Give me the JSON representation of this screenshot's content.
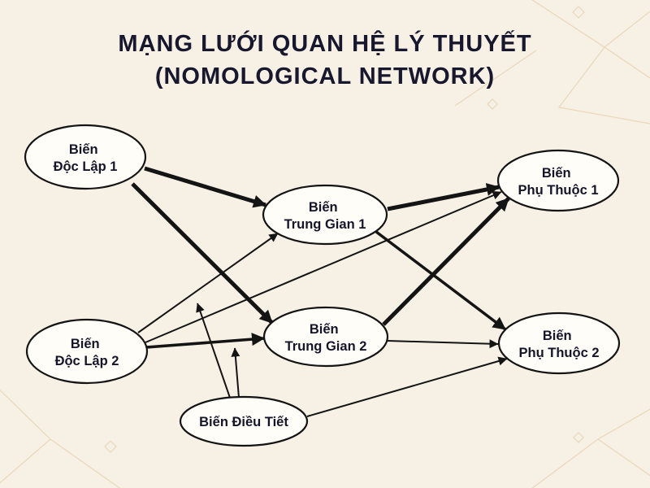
{
  "title": {
    "line1": "MẠNG LƯỚI QUAN HỆ LÝ THUYẾT",
    "line2": "(NOMOLOGICAL NETWORK)"
  },
  "nodes": {
    "doc_lap_1": {
      "line1": "Biến",
      "line2": "Độc Lập 1"
    },
    "doc_lap_2": {
      "line1": "Biến",
      "line2": "Độc Lập 2"
    },
    "trung_gian_1": {
      "line1": "Biến",
      "line2": "Trung Gian 1"
    },
    "trung_gian_2": {
      "line1": "Biến",
      "line2": "Trung Gian 2"
    },
    "phu_thuoc_1": {
      "line1": "Biến",
      "line2": "Phụ Thuộc 1"
    },
    "phu_thuoc_2": {
      "line1": "Biến",
      "line2": "Phụ Thuộc 2"
    },
    "dieu_tiet": {
      "line1": "Biến Điều Tiết"
    }
  },
  "edges": [
    {
      "from": "doc_lap_1",
      "to": "trung_gian_1",
      "strength": "strong",
      "type": "direct"
    },
    {
      "from": "doc_lap_1",
      "to": "trung_gian_2",
      "strength": "strong",
      "type": "direct"
    },
    {
      "from": "doc_lap_2",
      "to": "trung_gian_1",
      "strength": "weak",
      "type": "direct"
    },
    {
      "from": "doc_lap_2",
      "to": "trung_gian_2",
      "strength": "medium",
      "type": "direct"
    },
    {
      "from": "doc_lap_2",
      "to": "phu_thuoc_1",
      "strength": "weak",
      "type": "direct"
    },
    {
      "from": "trung_gian_1",
      "to": "phu_thuoc_1",
      "strength": "strong",
      "type": "direct"
    },
    {
      "from": "trung_gian_1",
      "to": "phu_thuoc_2",
      "strength": "medium",
      "type": "direct"
    },
    {
      "from": "trung_gian_2",
      "to": "phu_thuoc_1",
      "strength": "strong",
      "type": "direct"
    },
    {
      "from": "trung_gian_2",
      "to": "phu_thuoc_2",
      "strength": "weak",
      "type": "direct"
    },
    {
      "from": "dieu_tiet",
      "to": "doc_lap_2->trung_gian_1",
      "strength": "weak",
      "type": "moderation"
    },
    {
      "from": "dieu_tiet",
      "to": "doc_lap_2->trung_gian_2",
      "strength": "weak",
      "type": "moderation"
    },
    {
      "from": "dieu_tiet",
      "to": "phu_thuoc_2",
      "strength": "weak",
      "type": "direct"
    }
  ],
  "colors": {
    "background": "#f7f0e5",
    "node_fill": "#fffdf8",
    "line": "#141414",
    "title": "#17172e",
    "decoration": "#e3cba1"
  }
}
